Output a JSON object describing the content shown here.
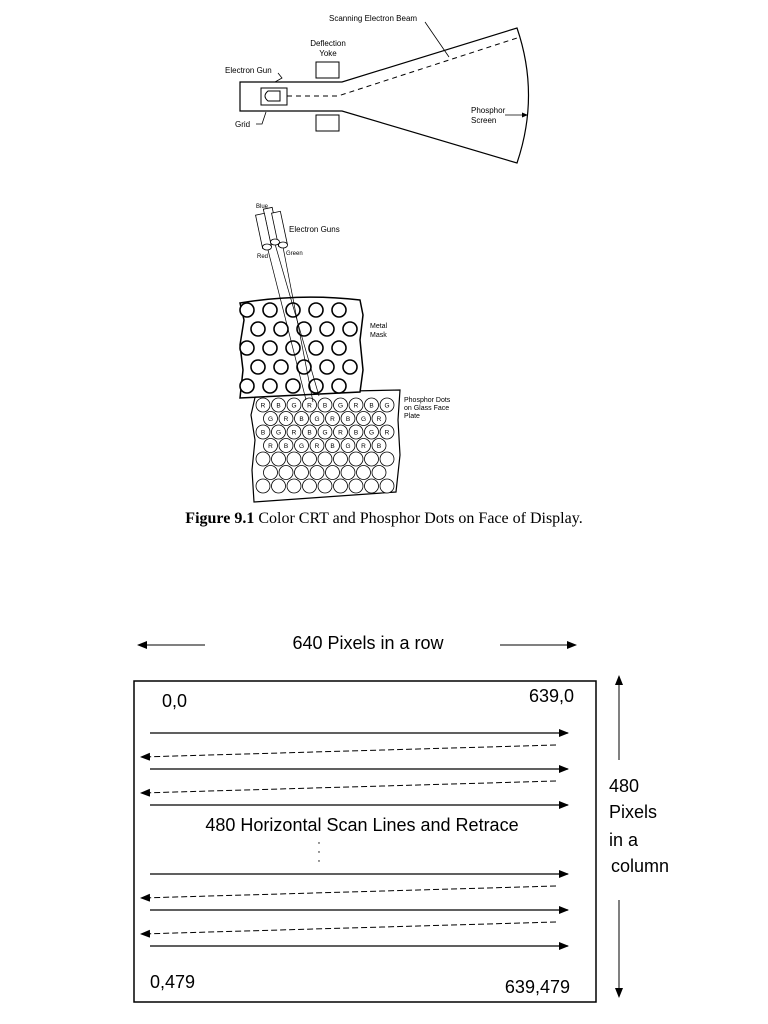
{
  "crt_diagram": {
    "labels": {
      "beam": "Scanning Electron Beam",
      "yoke_line1": "Deflection",
      "yoke_line2": "Yoke",
      "gun": "Electron Gun",
      "grid": "Grid",
      "screen_line1": "Phosphor",
      "screen_line2": "Screen"
    }
  },
  "mask_diagram": {
    "labels": {
      "blue": "Blue",
      "guns": "Electron Guns",
      "red": "Red",
      "green": "Green",
      "mask_line1": "Metal",
      "mask_line2": "Mask",
      "dots_line1": "Phosphor Dots",
      "dots_line2": "on Glass Face",
      "dots_line3": "Plate"
    },
    "dot_letters": [
      "R",
      "B",
      "G"
    ]
  },
  "caption": {
    "figure": "Figure 9.1",
    "text": " Color CRT and Phosphor Dots on Face of Display."
  },
  "raster_diagram": {
    "row_label": "640 Pixels in a row",
    "corner_top_left": "0,0",
    "corner_top_right": "639,0",
    "corner_bottom_left": "0,479",
    "corner_bottom_right": "639,479",
    "center_label": "480 Horizontal Scan Lines and Retrace",
    "column_label_line1": "480",
    "column_label_line2": "Pixels",
    "column_label_line3": "in a",
    "column_label_line4": "column"
  }
}
